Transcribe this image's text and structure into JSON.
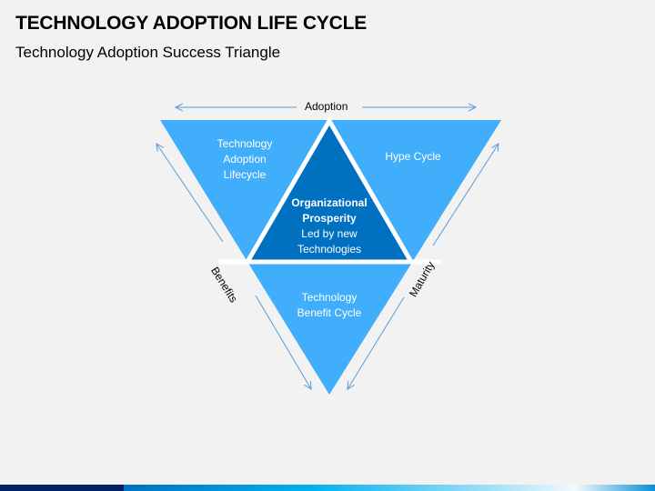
{
  "header": {
    "title": "TECHNOLOGY ADOPTION LIFE CYCLE",
    "subtitle": "Technology Adoption Success Triangle"
  },
  "diagram": {
    "axes": {
      "top": "Adoption",
      "left": "Benefits",
      "right": "Maturity"
    },
    "segments": {
      "top_left": [
        "Technology",
        "Adoption",
        "Lifecycle"
      ],
      "top_right": [
        "Hype Cycle"
      ],
      "center_title": [
        "Organizational",
        "Prosperity"
      ],
      "center_body": [
        "Led by new",
        "Technologies"
      ],
      "bottom": [
        "Technology",
        "Benefit Cycle"
      ]
    },
    "colors": {
      "light": "#41aefc",
      "dark": "#0070c0",
      "arrow": "#5b9bd5"
    }
  }
}
